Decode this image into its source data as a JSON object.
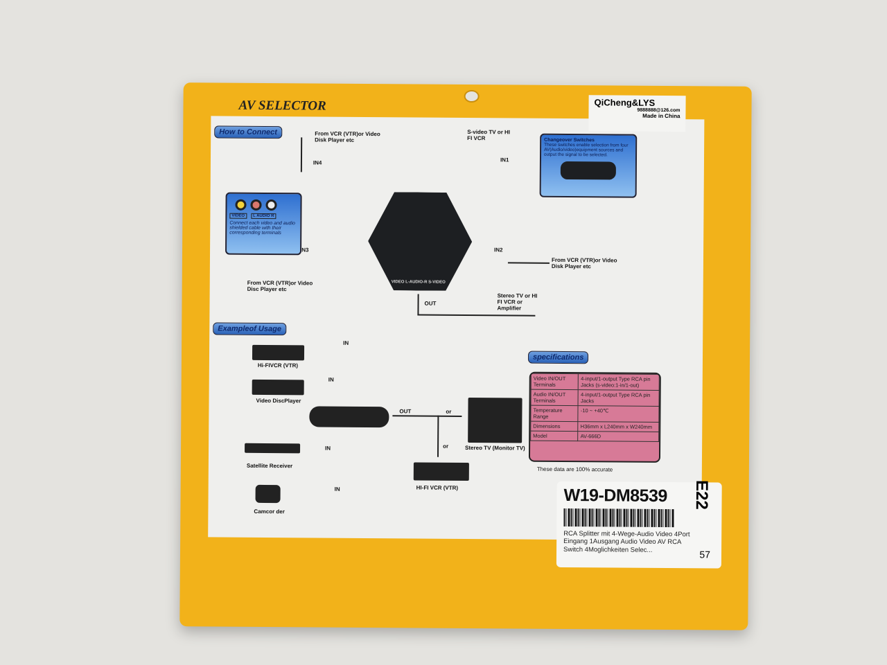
{
  "package": {
    "title": "AV SELECTOR",
    "brand": {
      "name": "QiCheng&LYS",
      "email": "9888888@126.com",
      "origin": "Made in China"
    },
    "how_to_connect": {
      "heading": "How to Connect",
      "in4_label": "IN4",
      "in4_source": "From VCR (VTR)or Video Disk Player etc",
      "in3_label": "IN3",
      "in3_source": "From VCR (VTR)or Video Disc Player etc",
      "in1_label": "IN1",
      "in1_source": "S-video TV or HI FI VCR",
      "in2_label": "IN2",
      "in2_source": "From VCR (VTR)or Video Disk Player etc",
      "out_label": "OUT",
      "out_target": "Stereo TV or HI FI VCR or Amplifier",
      "device_out_labels": "VIDEO  L-AUDIO-R  S-VIDEO",
      "jack_labels": {
        "video": "VIDEO",
        "audio": "L  AUDIO  R"
      },
      "jack_note": "Connect each video and audio shielded cable with their corresponding terminals",
      "changeover": {
        "heading": "Changeover Switches",
        "text": "These switches enable selection from four AV(Audio/video)equipment sources and output the signal to be selected."
      }
    },
    "usage": {
      "heading": "Exampleof Usage",
      "sources": [
        "Hi-FIVCR (VTR)",
        "Video DiscPlayer",
        "Satellite Receiver",
        "Camcor der"
      ],
      "in_label": "IN",
      "out_label": "OUT",
      "or_label": "or",
      "targets": [
        "Stereo TV (Monitor TV)",
        "HI-FI VCR (VTR)"
      ]
    },
    "specifications": {
      "heading": "specifications",
      "rows": [
        {
          "label": "Video IN/OUT Terminals",
          "value": "4-input/1-output Type RCA pin Jacks (s-video:1-in/1-out)"
        },
        {
          "label": "Audio IN/OUT Terminals",
          "value": "4-input/1-output Type RCA pin Jacks"
        },
        {
          "label": "Temperature Range",
          "value": "-10 ~ +40℃"
        },
        {
          "label": "Dimensions",
          "value": "H36mm x L240mm x W240mm"
        },
        {
          "label": "Model",
          "value": "AV-666D"
        }
      ],
      "footnote": "These data are 100% accurate"
    },
    "sticker": {
      "code": "W19-DM8539",
      "bin": "E22",
      "description": "RCA Splitter mit 4-Wege-Audio Video 4Port Eingang 1Ausgang Audio Video AV RCA Switch 4Moglichkeiten Selec...",
      "number": "57"
    },
    "colors": {
      "package": "#f2b21a",
      "spec_table": "#d77a97",
      "info_box": "#2e6fd0"
    }
  }
}
